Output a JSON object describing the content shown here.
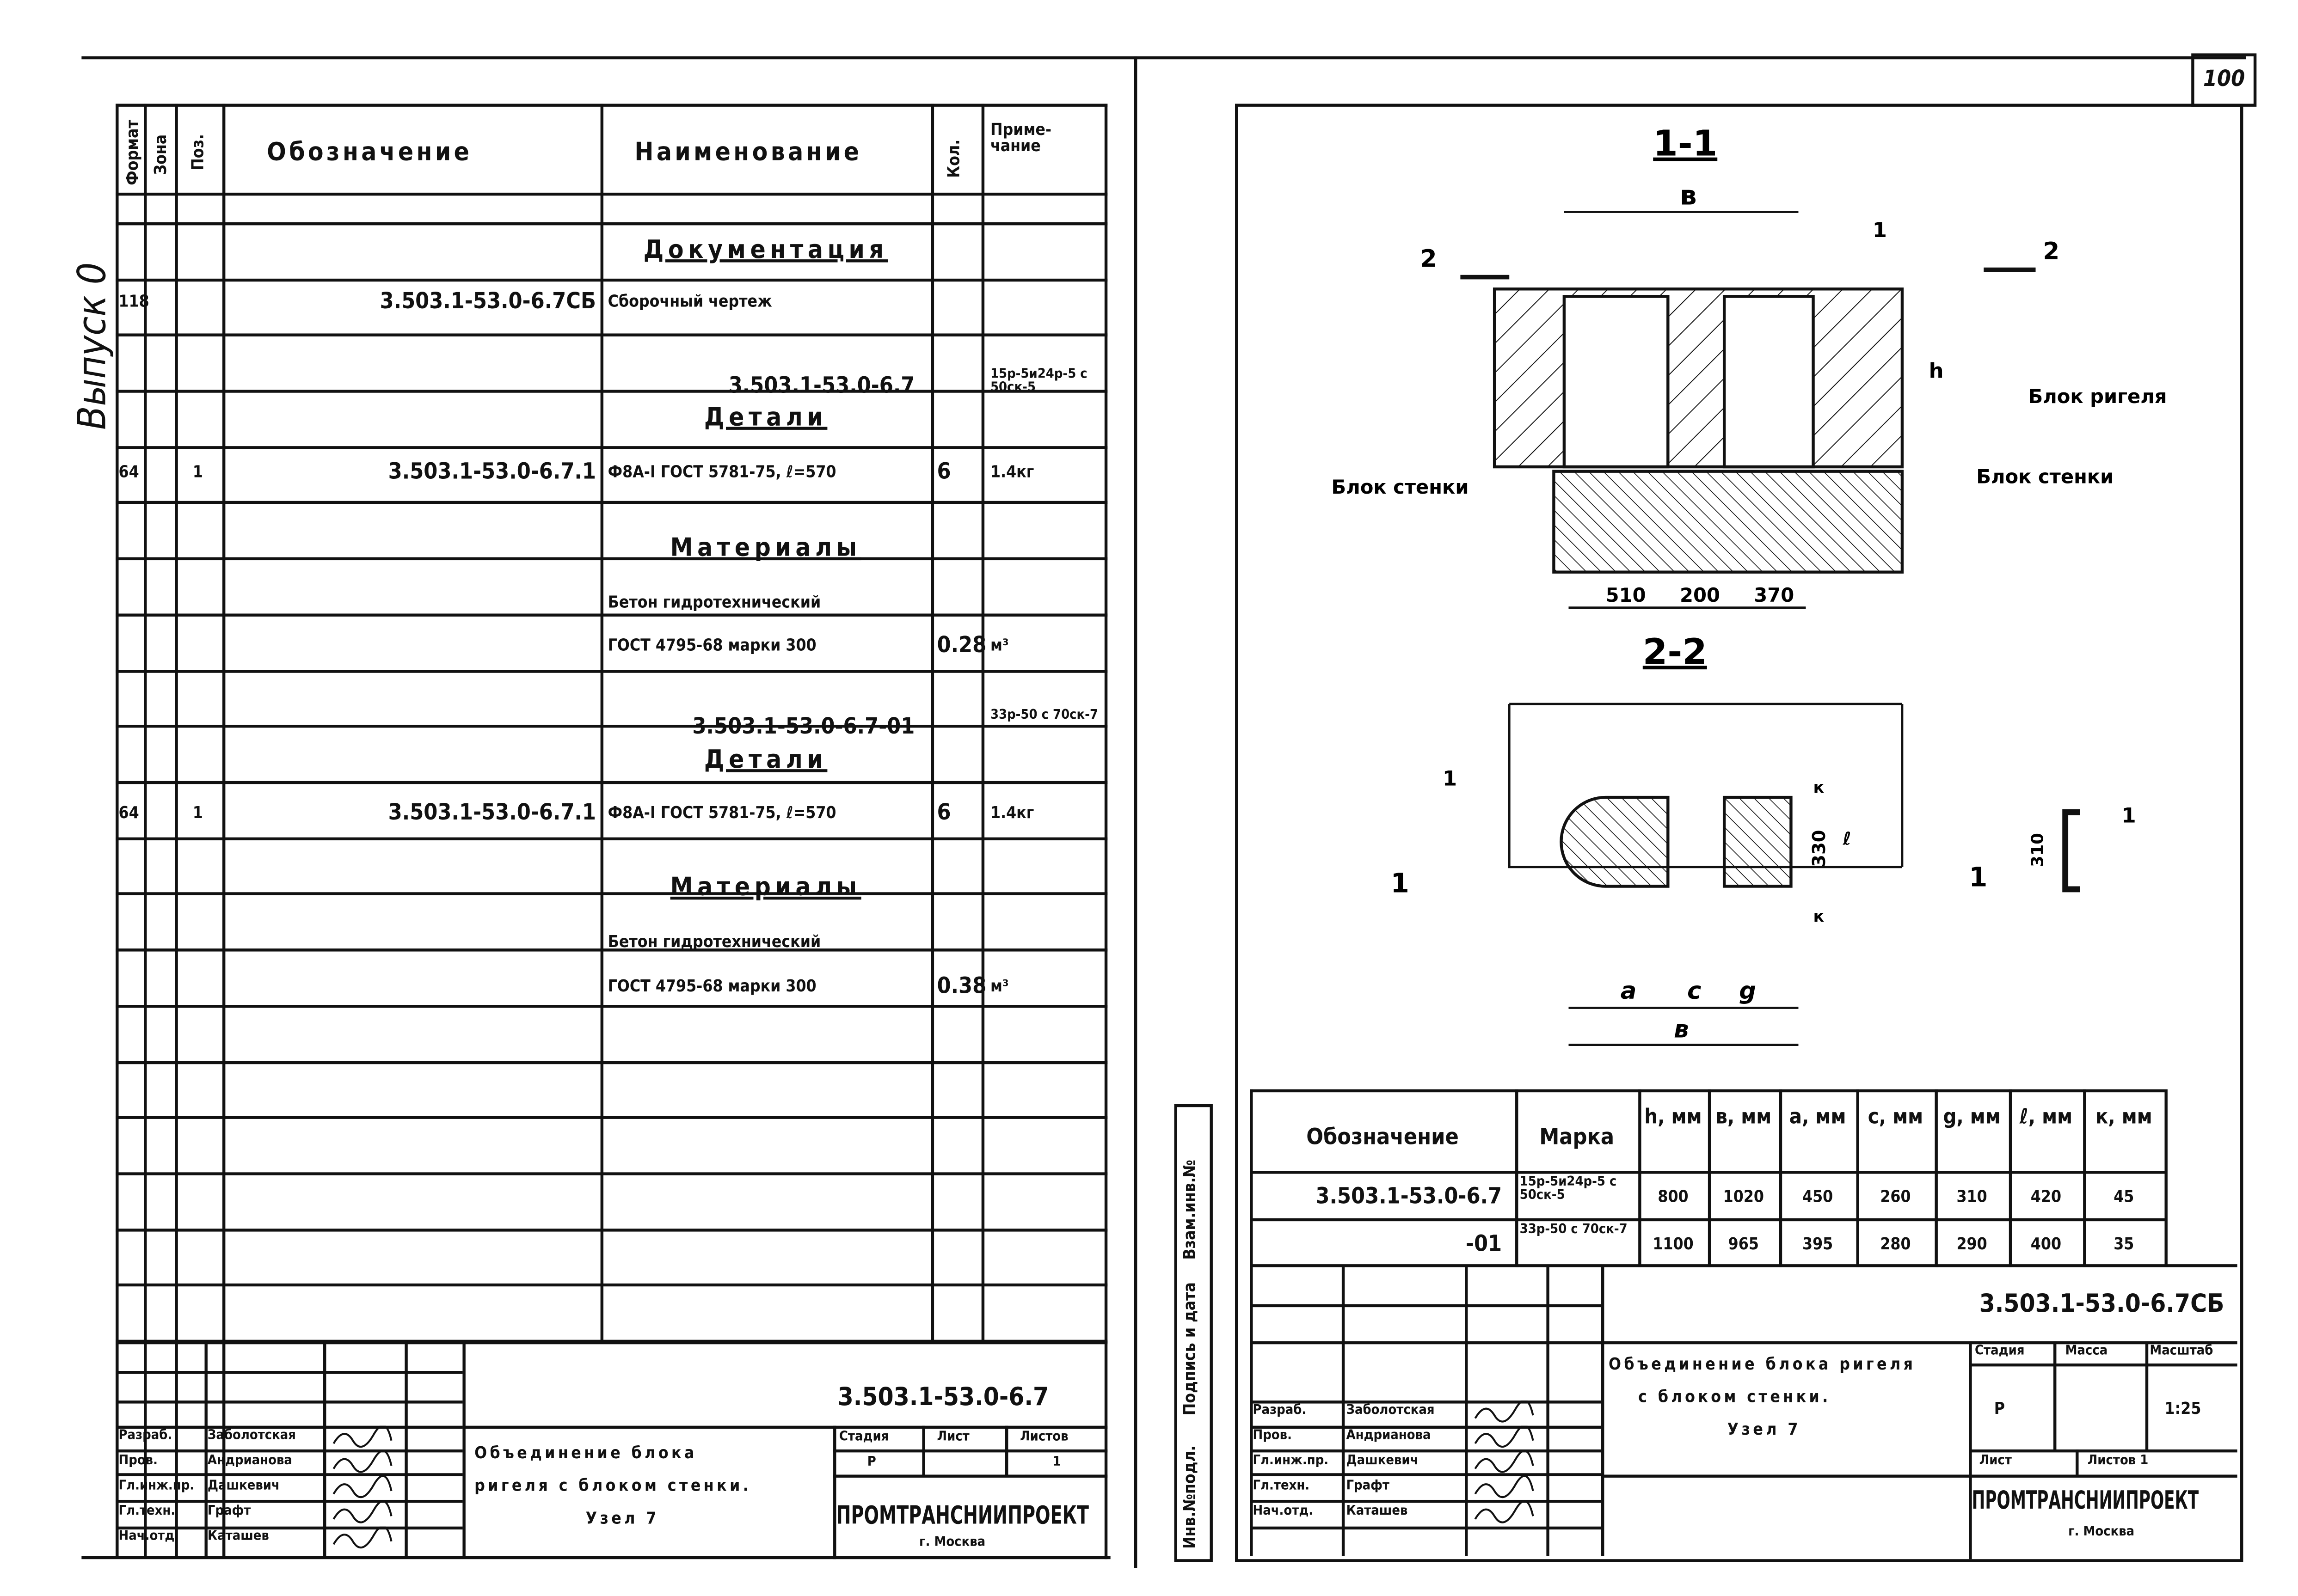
{
  "page_number": "100",
  "issue_label": "Выпуск 0",
  "spec": {
    "headers": {
      "format": "Формат",
      "zone": "Зона",
      "pos": "Поз.",
      "designation": "Обозначение",
      "name": "Наименование",
      "qty": "Кол.",
      "note": "Приме-чание"
    },
    "rows": [
      {
        "name": "Документация",
        "section": true
      },
      {
        "format": "118",
        "designation": "3.503.1-53.0-6.7СБ",
        "name": "Сборочный чертеж"
      },
      {
        "name": "3.503.1-53.0-6.7",
        "note": "15р-5и24р-5 с 50ск-5"
      },
      {
        "name": "Детали",
        "section": true
      },
      {
        "format": "64",
        "pos": "1",
        "designation": "3.503.1-53.0-6.7.1",
        "name": "Ф8А-I ГОСТ 5781-75, ℓ=570",
        "qty": "6",
        "note": "1.4кг"
      },
      {
        "name": "Материалы",
        "section": true
      },
      {
        "name": "Бетон гидротехнический"
      },
      {
        "name": "ГОСТ 4795-68 марки 300",
        "qty": "0.28",
        "note": "м³"
      },
      {
        "name": "3.503.1-53.0-6.7-01",
        "note": "33р-50 с 70ск-7"
      },
      {
        "name": "Детали",
        "section": true
      },
      {
        "format": "64",
        "pos": "1",
        "designation": "3.503.1-53.0-6.7.1",
        "name": "Ф8А-I ГОСТ 5781-75, ℓ=570",
        "qty": "6",
        "note": "1.4кг"
      },
      {
        "name": "Материалы",
        "section": true
      },
      {
        "name": "Бетон гидротехнический"
      },
      {
        "name": "ГОСТ 4795-68 марки 300",
        "qty": "0.38",
        "note": "м³"
      }
    ]
  },
  "left_stamp": {
    "code": "3.503.1-53.0-6.7",
    "title": [
      "Объединение блока",
      "ригеля с блоком стенки.",
      "Узел 7"
    ],
    "stage_label": "Стадия",
    "sheet_label": "Лист",
    "sheets_label": "Листов",
    "stage": "Р",
    "sheet": "1",
    "org": "ПРОМТРАНСНИИПРОЕКТ",
    "city": "г. Москва",
    "people": [
      {
        "role": "Разраб.",
        "name": "Заболотская"
      },
      {
        "role": "Пров.",
        "name": "Андрианова"
      },
      {
        "role": "Гл.инж.пр.",
        "name": "Дашкевич"
      },
      {
        "role": "Гл.техн.",
        "name": "Графт"
      },
      {
        "role": "Нач.отд.",
        "name": "Каташев"
      }
    ]
  },
  "drawing": {
    "section_1": "1-1",
    "section_2": "2-2",
    "label_b": "в",
    "label_h": "h",
    "label_1": "1",
    "label_2": "2",
    "beam_block": "Блок ригеля",
    "wall_block": "Блок стенки",
    "dims_1": [
      "510",
      "200",
      "370"
    ],
    "dim_330": "330",
    "dim_l": "ℓ",
    "dim_k": "к",
    "dim_a": "a",
    "dim_c": "c",
    "dim_g": "g",
    "dim_310": "310"
  },
  "params": {
    "headers": [
      "Обозначение",
      "Марка",
      "h, мм",
      "в, мм",
      "a, мм",
      "c, мм",
      "g, мм",
      "ℓ, мм",
      "к, мм"
    ],
    "rows": [
      [
        "3.503.1-53.0-6.7",
        "15р-5и24р-5 с 50ск-5",
        "800",
        "1020",
        "450",
        "260",
        "310",
        "420",
        "45"
      ],
      [
        "-01",
        "33р-50 с 70ск-7",
        "1100",
        "965",
        "395",
        "280",
        "290",
        "400",
        "35"
      ]
    ]
  },
  "side_labels": [
    "Инв.№подл.",
    "Подпись и дата",
    "Взам.инв.№"
  ],
  "right_stamp": {
    "code": "3.503.1-53.0-6.7СБ",
    "title": [
      "Объединение блока ригеля",
      "с блоком стенки.",
      "Узел 7"
    ],
    "stage_label": "Стадия",
    "mass_label": "Масса",
    "scale_label": "Масштаб",
    "stage": "Р",
    "scale": "1:25",
    "sheet_label": "Лист",
    "sheets_label": "Листов 1",
    "org": "ПРОМТРАНСНИИПРОЕКТ",
    "city": "г. Москва",
    "people": [
      {
        "role": "Разраб.",
        "name": "Заболотская"
      },
      {
        "role": "Пров.",
        "name": "Андрианова"
      },
      {
        "role": "Гл.инж.пр.",
        "name": "Дашкевич"
      },
      {
        "role": "Гл.техн.",
        "name": "Графт"
      },
      {
        "role": "Нач.отд.",
        "name": "Каташев"
      }
    ]
  }
}
